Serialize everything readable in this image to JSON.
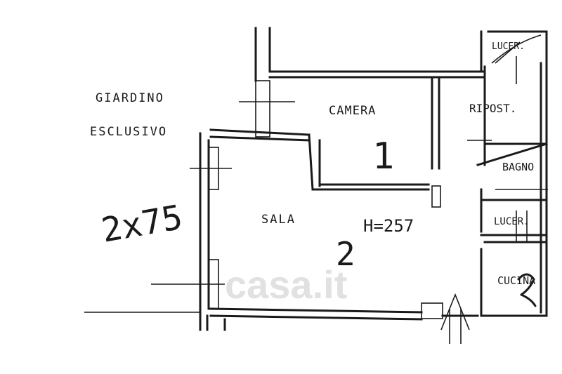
{
  "labels": {
    "giardino_line1": "GIARDINO",
    "giardino_line2": "ESCLUSIVO",
    "camera": "CAMERA",
    "ripost": "RIPOST.",
    "bagno": "BAGNO",
    "sala": "SALA",
    "height": "H=257",
    "lucer": "LUCER.",
    "cucina": "CUCINA",
    "top_right": "LUCER."
  },
  "numbers": {
    "camera": "1",
    "sala": "2",
    "dimension": "2x75"
  },
  "watermark": "casa.it",
  "colors": {
    "ink": "#1a1a1a",
    "paper": "#ffffff",
    "watermark": "#c9c9c9"
  }
}
